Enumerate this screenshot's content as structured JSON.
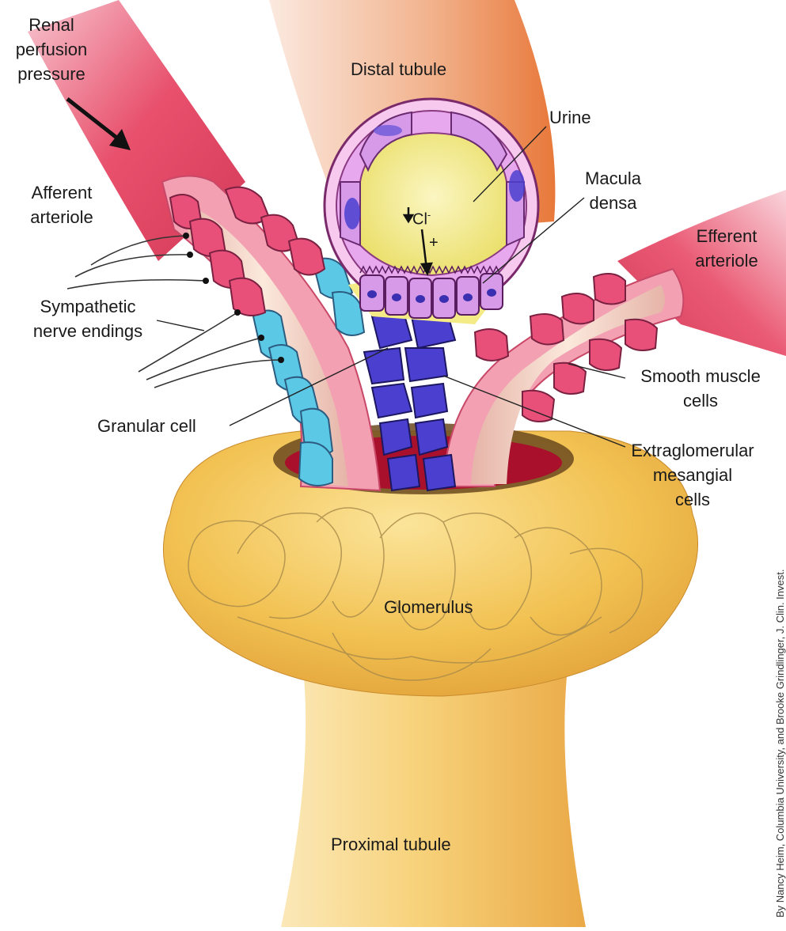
{
  "labels": {
    "renal_perfusion_pressure": [
      "Renal",
      "perfusion",
      "pressure"
    ],
    "distal_tubule": "Distal tubule",
    "urine": "Urine",
    "macula_densa": [
      "Macula",
      "densa"
    ],
    "afferent_arteriole": [
      "Afferent",
      "arteriole"
    ],
    "efferent_arteriole": [
      "Efferent",
      "arteriole"
    ],
    "sympathetic_nerve_endings": [
      "Sympathetic",
      "nerve endings"
    ],
    "smooth_muscle_cells": [
      "Smooth muscle",
      "cells"
    ],
    "granular_cell": "Granular cell",
    "extraglomerular_mesangial_cells": [
      "Extraglomerular",
      "mesangial",
      "cells"
    ],
    "glomerulus": "Glomerulus",
    "proximal_tubule": "Proximal tubule",
    "chloride_symbol": "Cl",
    "chloride_charge": "-",
    "plus_sign": "+"
  },
  "credit": "By Nancy Heim, Columbia University, and Brooke Grindlinger, J. Clin. Invest.",
  "colors": {
    "arteriole": "#e0506a",
    "arteriole_wall": "#f07a98",
    "granular_cell": "#5bc8e6",
    "mesangial_cell": "#4a3fcf",
    "macula_densa_cell": "#d79ae8",
    "urine": "#f4eb87",
    "glomerulus": "#f0c04c",
    "distal_tubule": "#f0a274"
  }
}
